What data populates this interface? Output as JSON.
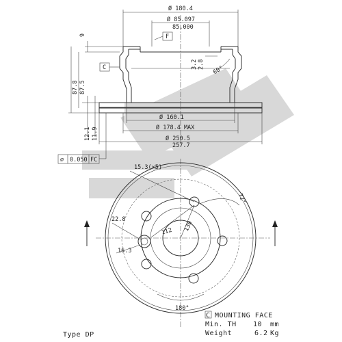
{
  "drawing_type": "brake disc technical drawing",
  "section_dims": {
    "top_width": "Ø 180.4",
    "bore_max": "Ø 85.097",
    "bore_min": "85.000",
    "tab_f": "F",
    "tab_c": "C",
    "hat_lip": "9",
    "height_a": "87.8",
    "height_b": "87.5",
    "step_a": "3.2",
    "step_b": "2.8",
    "angle": "60°",
    "inner_dia": "Ø 160.1",
    "rim_dia": "Ø 178.4 MAX",
    "outer_dia": "Ø 250.5",
    "outer_dia_min": "257.7",
    "thick_a": "12.1",
    "thick_b": "11.9",
    "tolerance_symbol": "⌀",
    "tolerance_value": "0.050",
    "tolerance_ref": "FC"
  },
  "front_dims": {
    "hole_dia": "15.3(×5)",
    "angle_72": "72°",
    "r_22": "22.8",
    "r_16": "16.3",
    "pcd_112": "112",
    "pcd_130": "130",
    "angle_180": "180°"
  },
  "notes": {
    "mounting_face": "C MOUNTING FACE",
    "min_th_label": "Min. TH",
    "min_th_value": "10",
    "min_th_unit": "mm",
    "weight_label": "Weight",
    "weight_value": "6.2",
    "weight_unit": "Kg",
    "type": "Type DP"
  },
  "colors": {
    "line": "#333333",
    "watermark": "#d8d8d8"
  }
}
